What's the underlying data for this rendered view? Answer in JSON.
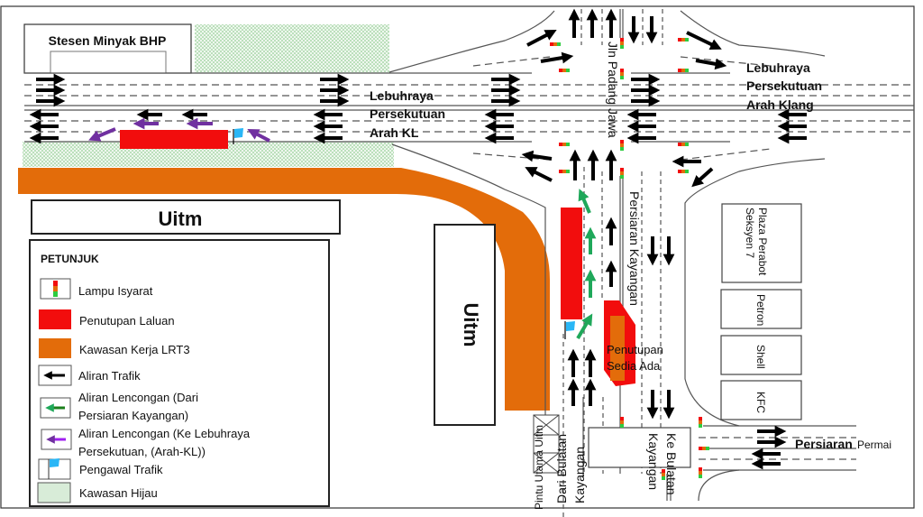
{
  "title": "Pelan Lencongan Trafik LRT3",
  "colors": {
    "closure": "#f20d0d",
    "lrt3_work": "#e36c0a",
    "traffic": "#000000",
    "detour_green": "#1fa85a",
    "detour_purple": "#7030a0",
    "marshal_flag": "#29b6f6",
    "green_area": "#d8ecd8"
  },
  "places": {
    "petrol_station": "Stesen Minyak BHP",
    "uitm_top": "Uitm",
    "uitm_side": "Uitm",
    "plaza": [
      "Plaza Perabot",
      "Seksyen 7"
    ],
    "petron": "Petron",
    "shell": "Shell",
    "kfc": "KFC",
    "uitm_gate": "Pintu Utama Uitm"
  },
  "roads": {
    "federal_kl": [
      "Lebuhraya",
      "Persekutuan",
      "Arah KL"
    ],
    "federal_klang": [
      "Lebuhraya",
      "Persekutuan",
      "Arah Klang"
    ],
    "padang_jawa": "Jln Padang Jawa",
    "kayangan": "Persiaran Kayangan",
    "from_roundabout": [
      "Dari Bulatan",
      "Kayangan"
    ],
    "to_roundabout": [
      "Ke Bulatan",
      "Kayangan"
    ],
    "permai_a": "Persiaran",
    "permai_b": "Permai"
  },
  "existing_closure": [
    "Penutupan",
    "Sedia Ada"
  ],
  "legend": {
    "title": "PETUNJUK",
    "items": [
      {
        "icon": "traffic-light-icon",
        "label": [
          "Lampu Isyarat"
        ]
      },
      {
        "icon": "closure-swatch",
        "label": [
          "Penutupan Laluan"
        ]
      },
      {
        "icon": "lrt3-swatch",
        "label": [
          "Kawasan Kerja LRT3"
        ]
      },
      {
        "icon": "black-arrow-icon",
        "label": [
          "Aliran Trafik"
        ]
      },
      {
        "icon": "green-arrow-icon",
        "label": [
          "Aliran Lencongan (Dari",
          "Persiaran Kayangan)"
        ]
      },
      {
        "icon": "purple-arrow-icon",
        "label": [
          "Aliran Lencongan (Ke Lebuhraya",
          "Persekutuan, (Arah-KL))"
        ]
      },
      {
        "icon": "flag-icon",
        "label": [
          "Pengawal Trafik"
        ]
      },
      {
        "icon": "green-area-swatch",
        "label": [
          "Kawasan Hijau"
        ]
      }
    ]
  }
}
